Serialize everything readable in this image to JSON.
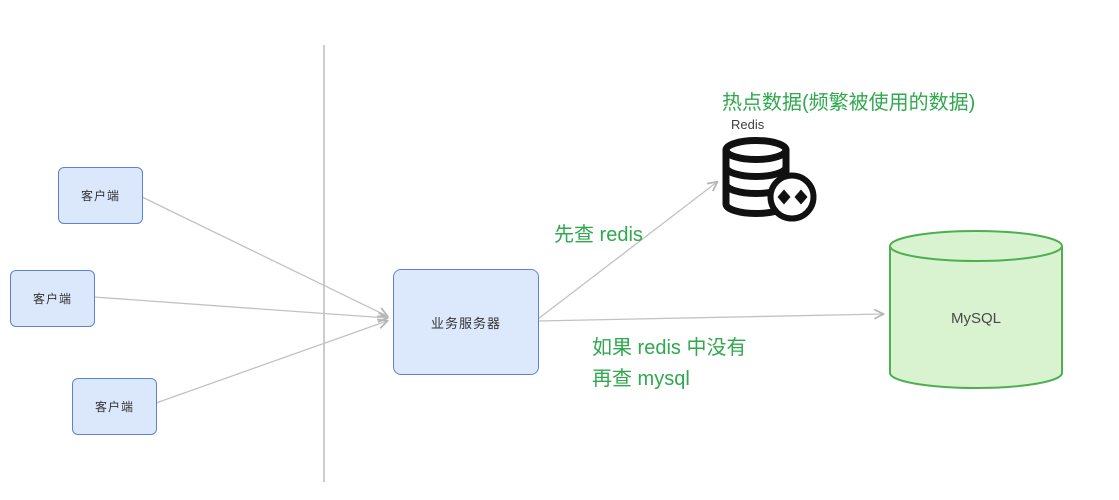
{
  "diagram": {
    "clients": [
      {
        "label": "客户端"
      },
      {
        "label": "客户端"
      },
      {
        "label": "客户端"
      }
    ],
    "server": {
      "label": "业务服务器"
    },
    "redis": {
      "title": "热点数据(频繁被使用的数据)",
      "name": "Redis"
    },
    "mysql": {
      "label": "MySQL"
    },
    "annotations": {
      "check_redis": "先查 redis",
      "fallback_line1": "如果 redis 中没有",
      "fallback_line2": "再查 mysql"
    },
    "colors": {
      "accent_green": "#2fa84e",
      "node_fill": "#dbe8fb",
      "node_border": "#5e81d8",
      "mysql_fill": "#d9f2d0",
      "mysql_stroke": "#4caf50",
      "connector": "#c2c2c2",
      "icon_black": "#111111"
    }
  }
}
